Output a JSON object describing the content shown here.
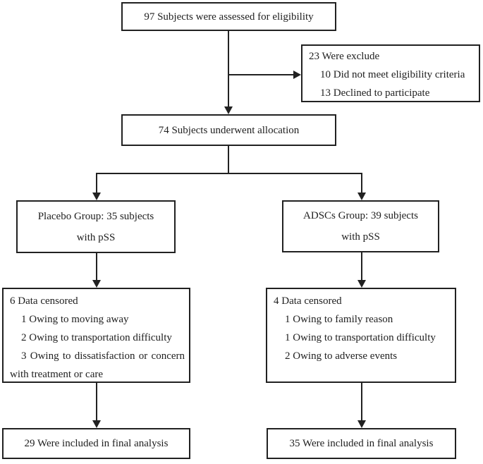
{
  "palette": {
    "background": "#ffffff",
    "line_color": "#212121",
    "text_color": "#212121"
  },
  "flow": {
    "eligibility": {
      "text": "97 Subjects were assessed for eligibility"
    },
    "excluded": {
      "heading": "23 Were exclude",
      "items": [
        "10 Did not meet eligibility criteria",
        "13 Declined to participate"
      ]
    },
    "allocation": {
      "text": "74 Subjects underwent allocation"
    },
    "placebo_group": {
      "line1": "Placebo Group: 35 subjects",
      "line2": "with pSS"
    },
    "adscs_group": {
      "line1": "ADSCs Group: 39 subjects",
      "line2": "with pSS"
    },
    "placebo_censored": {
      "heading": "6 Data censored",
      "items": [
        "1 Owing to moving away",
        "2 Owing to transportation difficulty",
        "3 Owing to dissatisfaction or concern with treatment or care"
      ]
    },
    "adscs_censored": {
      "heading": "4 Data censored",
      "items": [
        "1 Owing to family reason",
        "1 Owing to transportation difficulty",
        "2 Owing to adverse events"
      ]
    },
    "placebo_final": {
      "text": "29 Were included in final analysis"
    },
    "adscs_final": {
      "text": "35 Were included in final analysis"
    }
  }
}
